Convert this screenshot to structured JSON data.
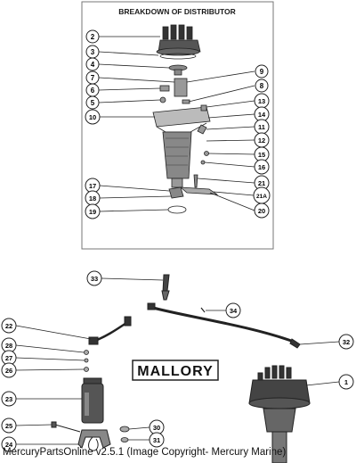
{
  "diagram": {
    "title": "BREAKDOWN OF DISTRIBUTOR",
    "brand_label": "MALLORY",
    "footer": "MercuryPartsOnline v2.5.1 (Image Copyright- Mercury Marine)",
    "callouts": {
      "c2": "2",
      "c3": "3",
      "c4": "4",
      "c7": "7",
      "c6": "6",
      "c5": "5",
      "c10": "10",
      "c9": "9",
      "c8": "8",
      "c13": "13",
      "c14": "14",
      "c11": "11",
      "c12": "12",
      "c15": "15",
      "c16": "16",
      "c21": "21",
      "c21a": "21A",
      "c20": "20",
      "c17": "17",
      "c18": "18",
      "c19": "19",
      "c33": "33",
      "c34": "34",
      "c22": "22",
      "c28": "28",
      "c27": "27",
      "c26": "26",
      "c23": "23",
      "c25": "25",
      "c24": "24",
      "c30": "30",
      "c31": "31",
      "c32": "32",
      "c1": "1"
    },
    "colors": {
      "ink": "#1a1a1a",
      "paper": "#ffffff",
      "frame": "#777777"
    }
  }
}
